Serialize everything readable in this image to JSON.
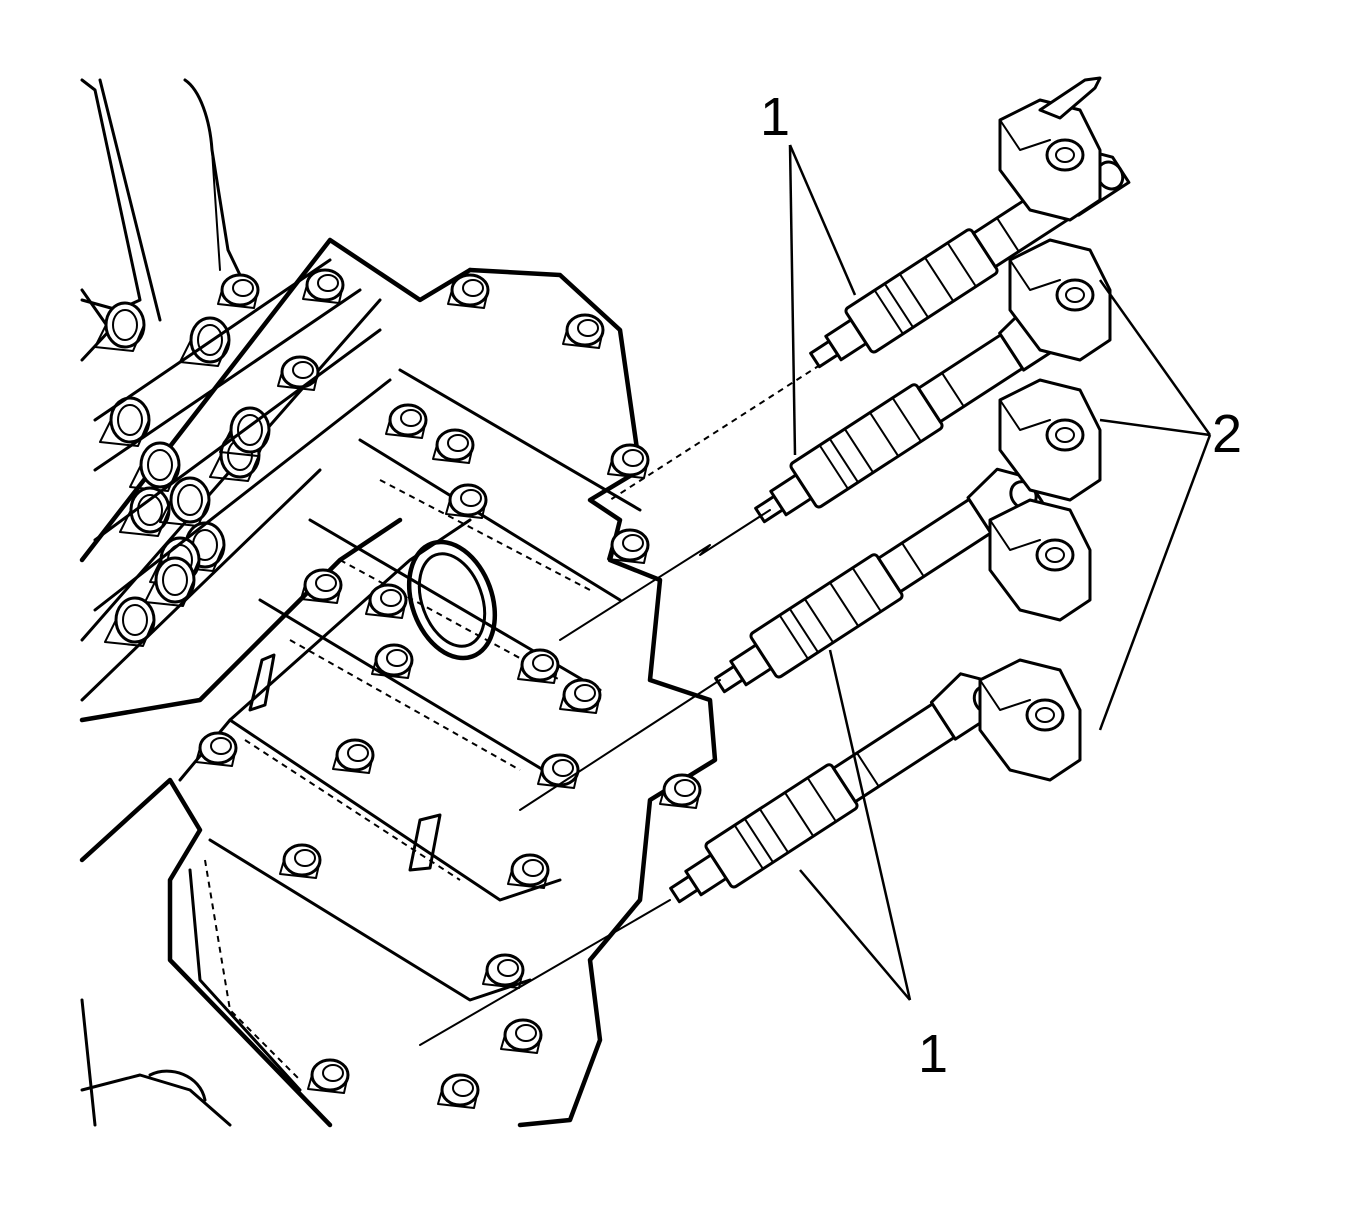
{
  "callouts": {
    "c1_top": "1",
    "c2_right": "2",
    "c1_bottom": "1"
  },
  "colors": {
    "ink": "#000000",
    "paper": "#ffffff"
  }
}
